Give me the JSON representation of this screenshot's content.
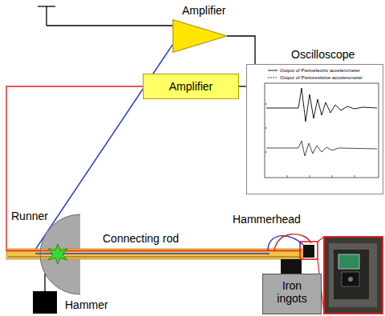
{
  "diagram": {
    "nodes": [
      {
        "text": [
          "Amplifier"
        ]
      },
      {
        "text": [
          "Oscilloscope"
        ]
      },
      {
        "text": [
          "Amplifier"
        ]
      },
      {
        "text": [
          "Runner"
        ]
      },
      {
        "text": [
          "Hammer"
        ]
      },
      {
        "text": [
          "Iron ingots"
        ]
      }
    ],
    "edges": [
      {
        "from": 0,
        "to": 1,
        "arrow": "none"
      },
      {
        "from": 2,
        "to": 1,
        "arrow": "none"
      },
      {
        "from": 3,
        "to": 4,
        "arrow": "none"
      }
    ],
    "labels": [
      "Hammerhead",
      "Connecting rod"
    ],
    "legend": [
      {
        "text": "Output of Piezoelectric accelerometer"
      },
      {
        "text": "Output of Piezoresistive accelerometer"
      }
    ]
  }
}
